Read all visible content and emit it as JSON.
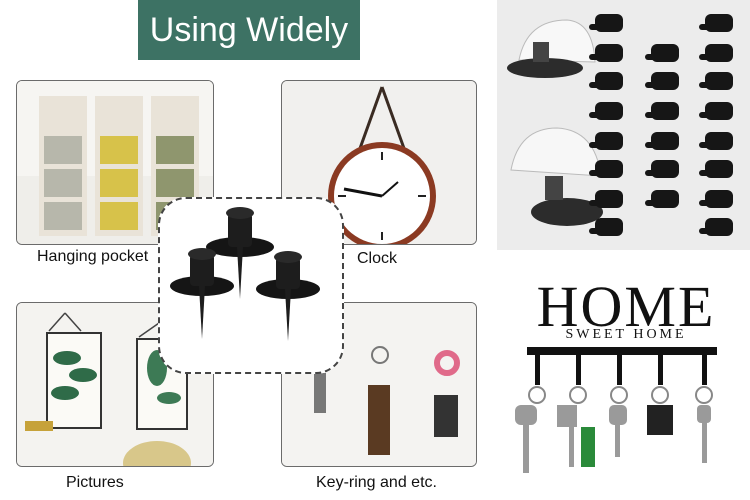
{
  "banner": {
    "title": "Using Widely"
  },
  "uses": [
    {
      "label": "Hanging pocket"
    },
    {
      "label": "Clock"
    },
    {
      "label": "Pictures"
    },
    {
      "label": "Key-ring and etc."
    }
  ],
  "home_sign": {
    "word": "HOME",
    "subtitle": "SWEET HOME"
  },
  "colors": {
    "banner": "#3d7264",
    "hook": "#111111"
  }
}
